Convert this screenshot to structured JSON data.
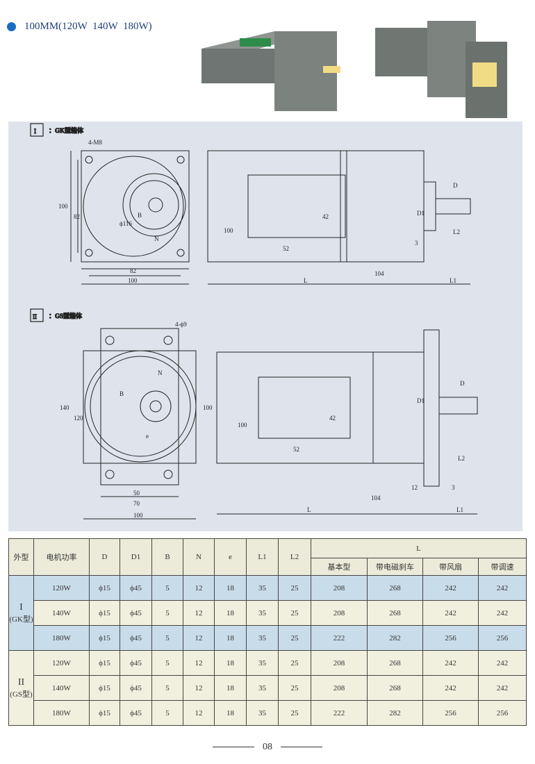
{
  "header": {
    "title": "100MM(120W  140W  180W)"
  },
  "drawing_gk": {
    "num": "I",
    "title": "：GK型箱体",
    "labels": {
      "holes": "4-M8",
      "h100": "100",
      "h82": "82",
      "dia": "ϕ116",
      "B": "B",
      "N": "N",
      "w82": "82",
      "w100": "100",
      "side100": "100",
      "d52": "52",
      "d42": "42",
      "d104": "104",
      "L": "L",
      "L1": "L1",
      "D1": "D1",
      "D": "D",
      "L2": "L2",
      "d3": "3"
    }
  },
  "drawing_gs": {
    "num": "II",
    "title": "：GS型箱体",
    "labels": {
      "holes": "4-ϕ9",
      "h140": "140",
      "h120": "120",
      "h100r": "100",
      "B": "B",
      "N": "N",
      "e": "e",
      "w50": "50",
      "w70": "70",
      "w100": "100",
      "side100": "100",
      "d52": "52",
      "d42": "42",
      "d104": "104",
      "d12": "12",
      "d3": "3",
      "L": "L",
      "L1": "L1",
      "L2": "L2",
      "D1": "D1",
      "D": "D"
    }
  },
  "table": {
    "headers": [
      "外型",
      "电机功率",
      "D",
      "D1",
      "B",
      "N",
      "e",
      "L1",
      "L2",
      "L"
    ],
    "sub_headers": [
      "基本型",
      "带电磁刹车",
      "带风扇",
      "带调速"
    ],
    "groups": [
      {
        "label_num": "I",
        "label_type": "(GK型)",
        "rows": [
          [
            "120W",
            "ϕ15",
            "ϕ45",
            "5",
            "12",
            "18",
            "35",
            "25",
            "208",
            "268",
            "242",
            "242"
          ],
          [
            "140W",
            "ϕ15",
            "ϕ45",
            "5",
            "12",
            "18",
            "35",
            "25",
            "208",
            "268",
            "242",
            "242"
          ],
          [
            "180W",
            "ϕ15",
            "ϕ45",
            "5",
            "12",
            "18",
            "35",
            "25",
            "222",
            "282",
            "256",
            "256"
          ]
        ]
      },
      {
        "label_num": "II",
        "label_type": "(GS型)",
        "rows": [
          [
            "120W",
            "ϕ15",
            "ϕ45",
            "5",
            "12",
            "18",
            "35",
            "25",
            "208",
            "268",
            "242",
            "242"
          ],
          [
            "140W",
            "ϕ15",
            "ϕ45",
            "5",
            "12",
            "18",
            "35",
            "25",
            "208",
            "268",
            "242",
            "242"
          ],
          [
            "180W",
            "ϕ15",
            "ϕ45",
            "5",
            "12",
            "18",
            "35",
            "25",
            "222",
            "282",
            "256",
            "256"
          ]
        ]
      }
    ]
  },
  "page_number": "08"
}
